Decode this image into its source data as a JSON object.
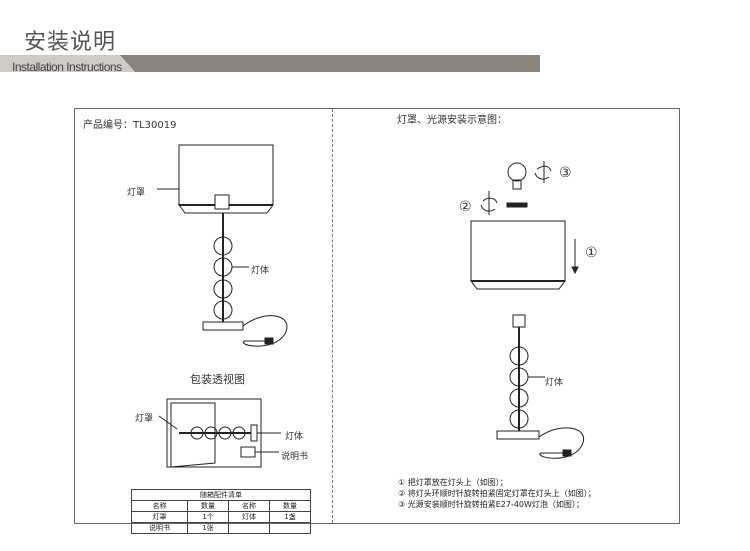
{
  "header": {
    "title_zh": "安装说明",
    "title_en": "Installation Instructions"
  },
  "left_panel": {
    "model_label": "产品编号：TL30019",
    "label_shade": "灯罩",
    "label_body": "灯体",
    "package_title": "包装透视图",
    "package_shade": "灯罩",
    "package_body": "灯体",
    "package_manual": "说明书",
    "parts_table": {
      "title": "随箱配件清单",
      "headers": [
        "名称",
        "数量",
        "名称",
        "数量"
      ],
      "rows": [
        [
          "灯罩",
          "1个",
          "灯体",
          "1盏"
        ],
        [
          "说明书",
          "1张",
          "",
          ""
        ]
      ]
    }
  },
  "right_panel": {
    "title": "灯罩、光源安装示意图：",
    "markers": [
      "③",
      "②",
      "①"
    ],
    "label_body": "灯体",
    "steps": [
      "①  把灯罩放在灯头上（如图）；",
      "②  将灯头环顺时针旋转拍紧固定灯罩在灯头上（如图）；",
      "③  光源安装顺时针旋转拍紧E27-40W灯泡（如图）；"
    ]
  },
  "colors": {
    "banner_dark": "#8a847c",
    "banner_light": "#cfcac3",
    "line": "#222222"
  }
}
